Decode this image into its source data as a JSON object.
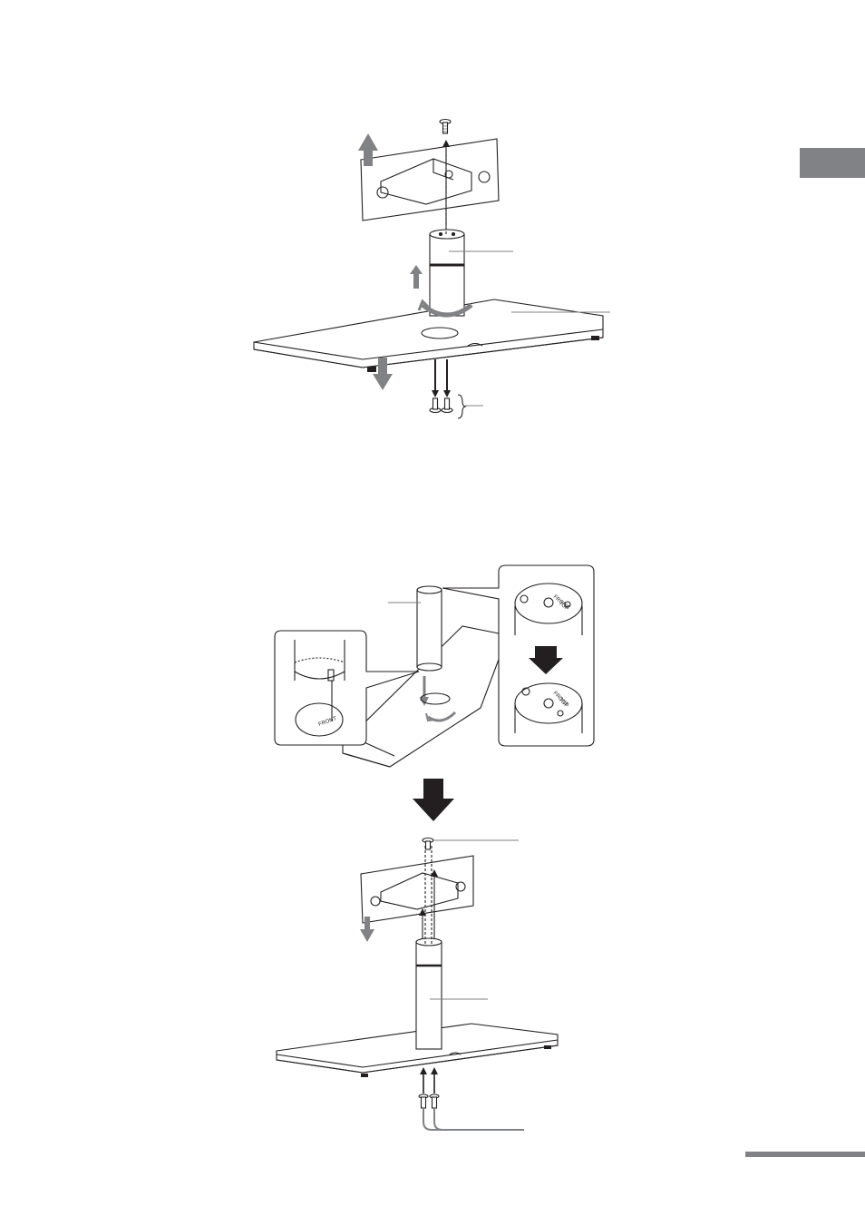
{
  "document": {
    "figure_labels": {
      "front_a": "FRONT",
      "front_b": "FRONT",
      "front_c": "FRONT",
      "top_b": "TOP",
      "top_c": "TOP"
    },
    "colors": {
      "line": "#231f20",
      "gray": "#808285",
      "tab": "#808285"
    }
  }
}
